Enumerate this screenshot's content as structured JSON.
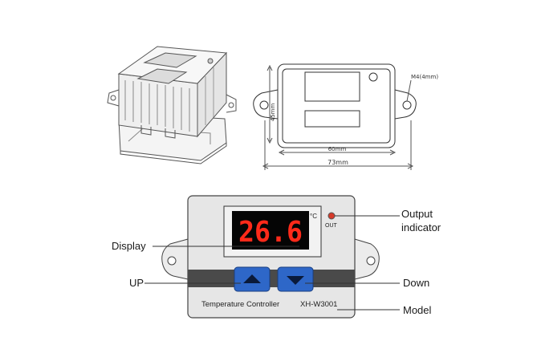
{
  "top_right_drawing": {
    "dim_height": "45mm",
    "dim_inner_width": "60mm",
    "dim_outer_width": "73mm",
    "hole_note": "M4(4mm)"
  },
  "controller": {
    "display_value": "26.6",
    "unit": "°C",
    "out_label": "OUT",
    "model_text_left": "Temperature Controller",
    "model_text_right": "XH-W3001",
    "colors": {
      "body": "#e6e6e6",
      "stripe": "#4a4a4a",
      "button": "#2e67c8",
      "display_bg": "#050505",
      "digits": "#ff2a1a",
      "led": "#d63a2a"
    }
  },
  "callouts": {
    "display": "Display",
    "up": "UP",
    "output_indicator_line1": "Output",
    "output_indicator_line2": "indicator",
    "down": "Down",
    "model": "Model"
  }
}
